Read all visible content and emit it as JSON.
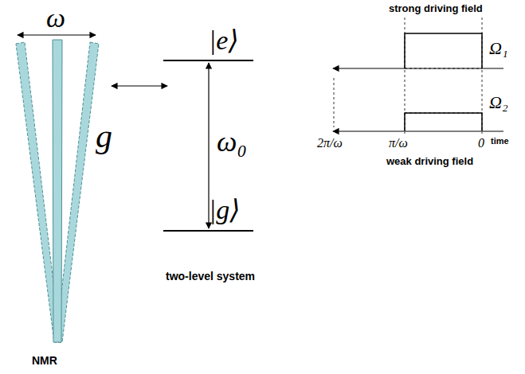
{
  "diagram": {
    "labels": [
      "ω",
      "g",
      "ω₀",
      "|e⟩",
      "|g⟩",
      "two-level system",
      "NMR",
      "strong driving field",
      "Ω₁",
      "Ω₂",
      "2π/ω",
      "π/ω",
      "0",
      "time",
      "weak driving field"
    ]
  }
}
